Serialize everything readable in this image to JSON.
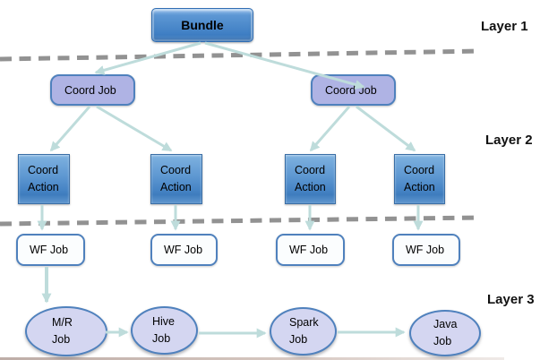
{
  "layers": [
    {
      "label": "Layer 1"
    },
    {
      "label": "Layer 2"
    },
    {
      "label": "Layer 3"
    }
  ],
  "nodes": {
    "bundle": {
      "label": "Bundle"
    },
    "coord_job_left": {
      "label": "Coord Job"
    },
    "coord_job_right": {
      "label": "Coord Job"
    },
    "coord_action_1": {
      "line1": "Coord",
      "line2": "Action"
    },
    "coord_action_2": {
      "line1": "Coord",
      "line2": "Action"
    },
    "coord_action_3": {
      "line1": "Coord",
      "line2": "Action"
    },
    "coord_action_4": {
      "line1": "Coord",
      "line2": "Action"
    },
    "wf_job_1": {
      "label": "WF Job"
    },
    "wf_job_2": {
      "label": "WF Job"
    },
    "wf_job_3": {
      "label": "WF Job"
    },
    "wf_job_4": {
      "label": "WF Job"
    },
    "mr_job": {
      "line1": "M/R",
      "line2": "Job"
    },
    "hive_job": {
      "line1": "Hive",
      "line2": "Job"
    },
    "spark_job": {
      "line1": "Spark",
      "line2": "Job"
    },
    "java_job": {
      "line1": "Java",
      "line2": "Job"
    }
  },
  "colors": {
    "background": "#ffffff",
    "node_border": "#4f81bd",
    "coord_job_fill": "#afb3e4",
    "wf_job_fill": "#fbfdfe",
    "ellipse_fill": "#d4d6f1",
    "arrow": "#bedcdb",
    "dash": "#848484",
    "bundle_fill_top": "#8db9e8",
    "bundle_fill_bottom": "#3e7ec3",
    "bundle_border": "#2f6db3",
    "coord_action_fill_top": "#7fb2e0",
    "coord_action_fill_bottom": "#4583c4",
    "coord_action_border": "#3a6ea5",
    "text": "#000000"
  }
}
